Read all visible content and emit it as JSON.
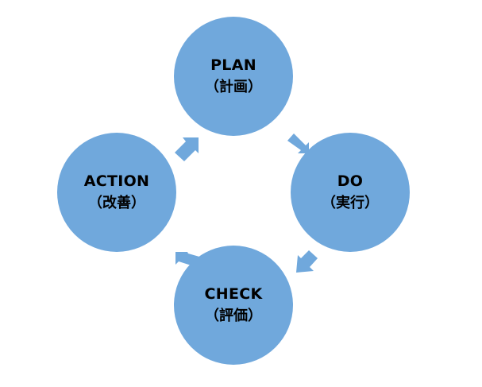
{
  "colors": {
    "node_fill": "#70a8dc",
    "arrow_fill": "#70a8dc",
    "text": "#000000",
    "background": "#ffffff"
  },
  "cycle": {
    "nodes": [
      {
        "id": "plan",
        "title": "PLAN",
        "subtitle": "（計画）"
      },
      {
        "id": "do",
        "title": "DO",
        "subtitle": "（実行）"
      },
      {
        "id": "check",
        "title": "CHECK",
        "subtitle": "（評価）"
      },
      {
        "id": "action",
        "title": "ACTION",
        "subtitle": "（改善）"
      }
    ],
    "arrows": [
      {
        "from": "plan",
        "to": "do"
      },
      {
        "from": "do",
        "to": "check"
      },
      {
        "from": "check",
        "to": "action"
      },
      {
        "from": "action",
        "to": "plan"
      }
    ]
  }
}
